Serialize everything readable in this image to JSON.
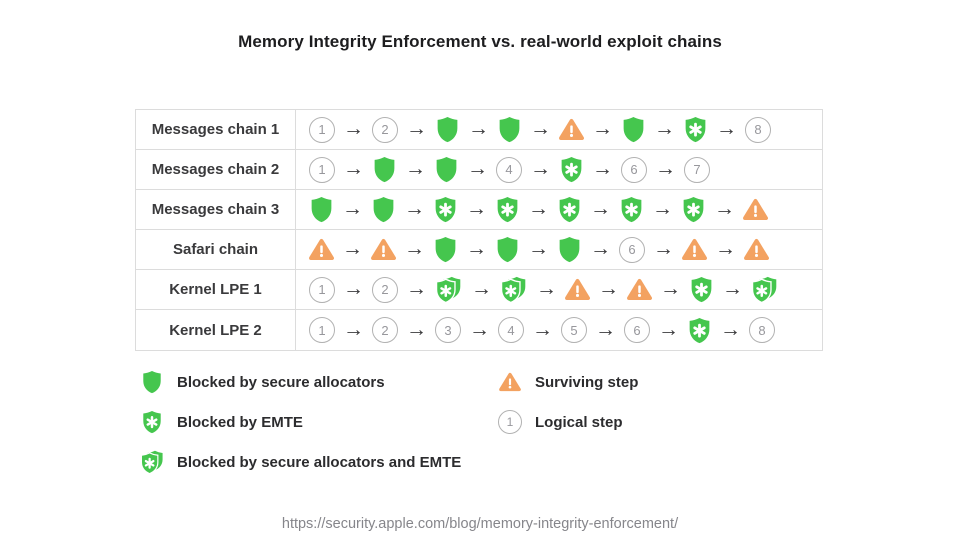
{
  "title": "Memory Integrity Enforcement vs. real-world exploit chains",
  "table": {
    "rows": [
      {
        "label": "Messages chain 1",
        "steps": [
          {
            "type": "num",
            "value": "1"
          },
          {
            "type": "num",
            "value": "2"
          },
          {
            "type": "shield"
          },
          {
            "type": "shield"
          },
          {
            "type": "warning"
          },
          {
            "type": "shield"
          },
          {
            "type": "emte"
          },
          {
            "type": "num",
            "value": "8"
          }
        ]
      },
      {
        "label": "Messages chain 2",
        "steps": [
          {
            "type": "num",
            "value": "1"
          },
          {
            "type": "shield"
          },
          {
            "type": "shield"
          },
          {
            "type": "num",
            "value": "4"
          },
          {
            "type": "emte"
          },
          {
            "type": "num",
            "value": "6"
          },
          {
            "type": "num",
            "value": "7"
          }
        ]
      },
      {
        "label": "Messages chain 3",
        "steps": [
          {
            "type": "shield"
          },
          {
            "type": "shield"
          },
          {
            "type": "emte"
          },
          {
            "type": "emte"
          },
          {
            "type": "emte"
          },
          {
            "type": "emte"
          },
          {
            "type": "emte"
          },
          {
            "type": "warning"
          }
        ]
      },
      {
        "label": "Safari chain",
        "steps": [
          {
            "type": "warning"
          },
          {
            "type": "warning"
          },
          {
            "type": "shield"
          },
          {
            "type": "shield"
          },
          {
            "type": "shield"
          },
          {
            "type": "num",
            "value": "6"
          },
          {
            "type": "warning"
          },
          {
            "type": "warning"
          }
        ]
      },
      {
        "label": "Kernel LPE 1",
        "steps": [
          {
            "type": "num",
            "value": "1"
          },
          {
            "type": "num",
            "value": "2"
          },
          {
            "type": "both"
          },
          {
            "type": "both"
          },
          {
            "type": "warning"
          },
          {
            "type": "warning"
          },
          {
            "type": "emte"
          },
          {
            "type": "both"
          }
        ]
      },
      {
        "label": "Kernel LPE 2",
        "steps": [
          {
            "type": "num",
            "value": "1"
          },
          {
            "type": "num",
            "value": "2"
          },
          {
            "type": "num",
            "value": "3"
          },
          {
            "type": "num",
            "value": "4"
          },
          {
            "type": "num",
            "value": "5"
          },
          {
            "type": "num",
            "value": "6"
          },
          {
            "type": "emte"
          },
          {
            "type": "num",
            "value": "8"
          }
        ]
      }
    ]
  },
  "legend": {
    "left": [
      {
        "icon": "shield",
        "label": "Blocked by secure allocators"
      },
      {
        "icon": "emte",
        "label": "Blocked by EMTE"
      },
      {
        "icon": "both",
        "label": "Blocked by secure allocators and EMTE"
      }
    ],
    "right": [
      {
        "icon": "warning",
        "label": "Surviving step"
      },
      {
        "icon": "num",
        "value": "1",
        "label": "Logical step"
      }
    ]
  },
  "footer": {
    "url": "https://security.apple.com/blog/memory-integrity-enforcement/"
  },
  "icons": {
    "arrow": "→",
    "names": {
      "num": "logical-step-circle",
      "shield": "secure-allocators-shield-icon",
      "emte": "emte-shield-icon",
      "both": "allocators-and-emte-shield-icon",
      "warning": "surviving-step-warning-icon",
      "arrow": "arrow-icon"
    }
  },
  "colors": {
    "green": "#45C64E",
    "orange": "#F3A261",
    "circle_border": "#b2b2b2",
    "circle_text": "#97979c",
    "arrow": "#3a3a3c",
    "table_border": "#dcdcdc",
    "title_text": "#1d1d1f",
    "label_text": "#3a3a3c",
    "legend_text": "#2c2c2e",
    "footer_text": "#86868b"
  }
}
